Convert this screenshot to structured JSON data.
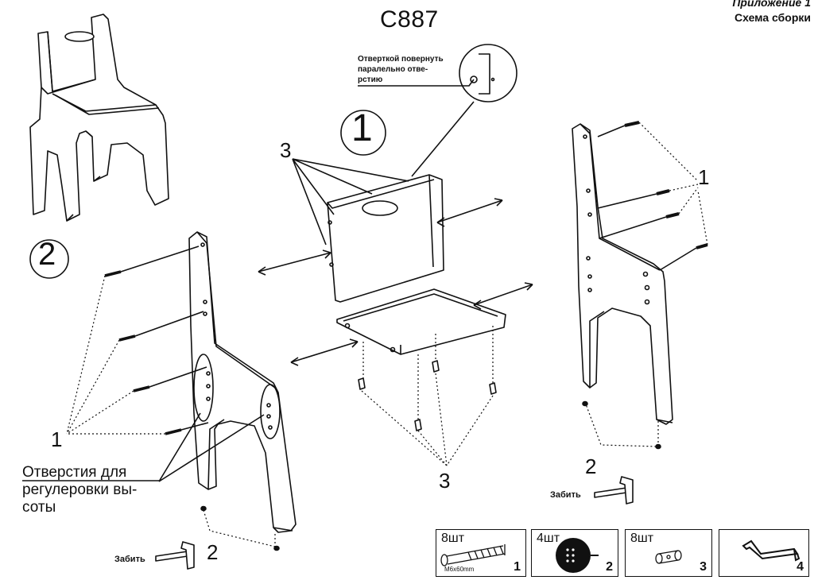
{
  "header": {
    "model": "C887",
    "appendix": "Приложение 1",
    "scheme": "Схема сборки"
  },
  "callout": {
    "note_lines": [
      "Отверткой повернуть",
      "паралельно отве-",
      "рстию"
    ]
  },
  "steps": {
    "step1_marker": "1",
    "step2_marker": "2"
  },
  "labels": {
    "right_panel_1": "1",
    "right_panel_2": "2",
    "center_3_top": "3",
    "center_3_bottom": "3",
    "left_1": "1",
    "left_2": "2",
    "holes_text": "Отверстия для регулеровки вы-соты",
    "hammer_right": "Забить",
    "hammer_left": "Забить"
  },
  "parts": [
    {
      "qty": "8шт",
      "number": "1",
      "size": "M6x60mm",
      "icon": "bolt-icon"
    },
    {
      "qty": "4шт",
      "number": "2",
      "size": "",
      "icon": "glide-cap-icon"
    },
    {
      "qty": "8шт",
      "number": "3",
      "size": "",
      "icon": "barrel-nut-icon"
    },
    {
      "qty": "",
      "number": "4",
      "size": "",
      "icon": "allen-key-icon"
    }
  ]
}
